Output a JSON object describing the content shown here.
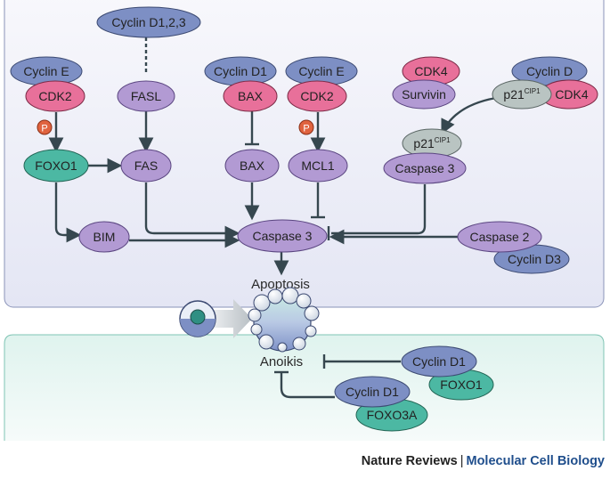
{
  "colors": {
    "purple": "#b29ad3",
    "blue": "#7d8fc4",
    "pink": "#e8709a",
    "teal": "#4cb8a3",
    "grey": "#b9c4c2",
    "arrow": "#36474f",
    "phospho": "#e0633f",
    "panel_top": "#eceef8",
    "panel_bottom": "#e7f6f2"
  },
  "nodes": {
    "cyclin_d123": "Cyclin D1,2,3",
    "cyclin_e_1": "Cyclin E",
    "cdk2_1": "CDK2",
    "fasl": "FASL",
    "cyclin_d1_bax": "Cyclin D1",
    "bax_top": "BAX",
    "cyclin_e_2": "Cyclin E",
    "cdk2_2": "CDK2",
    "cdk4_a": "CDK4",
    "survivin": "Survivin",
    "cyclin_d_right": "Cyclin D",
    "p21_a": "p21",
    "p21_a_sup": "CIP1",
    "cdk4_b": "CDK4",
    "p21_b": "p21",
    "p21_b_sup": "CIP1",
    "caspase3_complex": "Caspase 3",
    "foxo1": "FOXO1",
    "fas": "FAS",
    "bax": "BAX",
    "mcl1": "MCL1",
    "bim": "BIM",
    "caspase3": "Caspase 3",
    "caspase2": "Caspase 2",
    "cyclin_d3": "Cyclin D3",
    "cyclin_d1_foxo1": "Cyclin D1",
    "foxo1_b": "FOXO1",
    "cyclin_d1_foxo3a": "Cyclin D1",
    "foxo3a": "FOXO3A",
    "phospho_label": "P"
  },
  "labels": {
    "apoptosis": "Apoptosis",
    "anoikis": "Anoikis"
  },
  "footer": {
    "journal": "Nature Reviews",
    "separator": "|",
    "section": "Molecular Cell Biology"
  }
}
